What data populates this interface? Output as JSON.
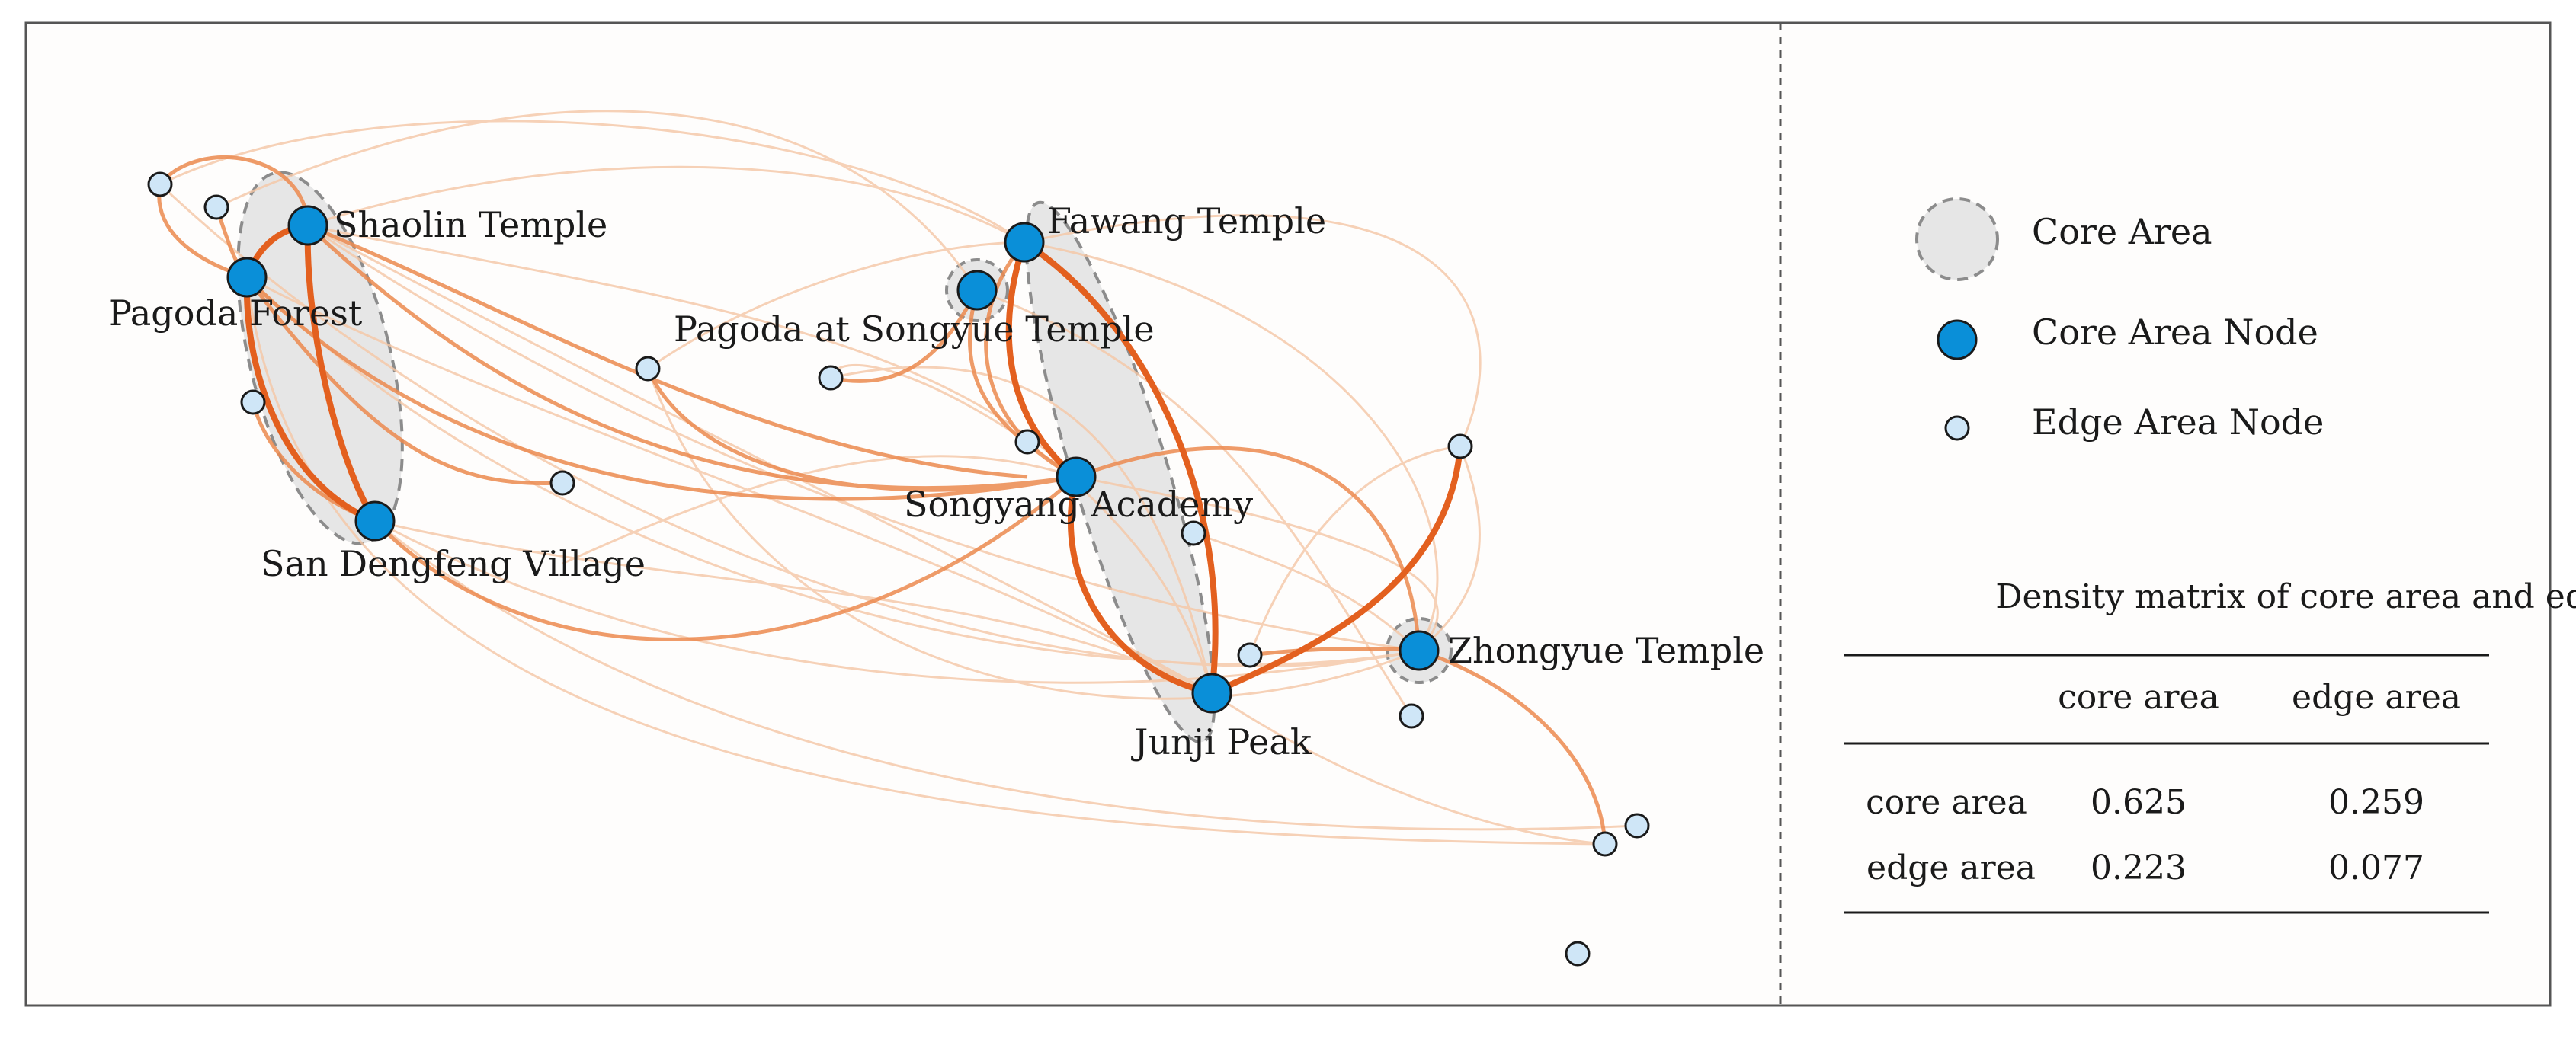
{
  "nodes": {
    "shaolin_temple": "Shaolin Temple",
    "pagoda_forest": "Pagoda Forest",
    "san_dengfeng_village": "San Dengfeng Village",
    "fawang_temple": "Fawang Temple",
    "pagoda_at_songyue_temple": "Pagoda at Songyue Temple",
    "songyang_academy": "Songyang Academy",
    "junji_peak": "Junji Peak",
    "zhongyue_temple": "Zhongyue Temple"
  },
  "legend": {
    "core_area": "Core Area",
    "core_area_node": "Core Area Node",
    "edge_area_node": "Edge Area Node"
  },
  "density_table": {
    "title": "Density matrix of core area and edge area",
    "col_core": "core area",
    "col_edge": "edge area",
    "row_core": "core area",
    "row_edge": "edge area",
    "core_core": "0.625",
    "core_edge": "0.259",
    "edge_core": "0.223",
    "edge_edge": "0.077"
  },
  "colors": {
    "core_node": "#0a8fd8",
    "edge_node": "#cfe6f7",
    "link_strong": "#e3601f",
    "link_weak": "#f5c7a6",
    "core_area_fill": "#e6e6e6"
  }
}
